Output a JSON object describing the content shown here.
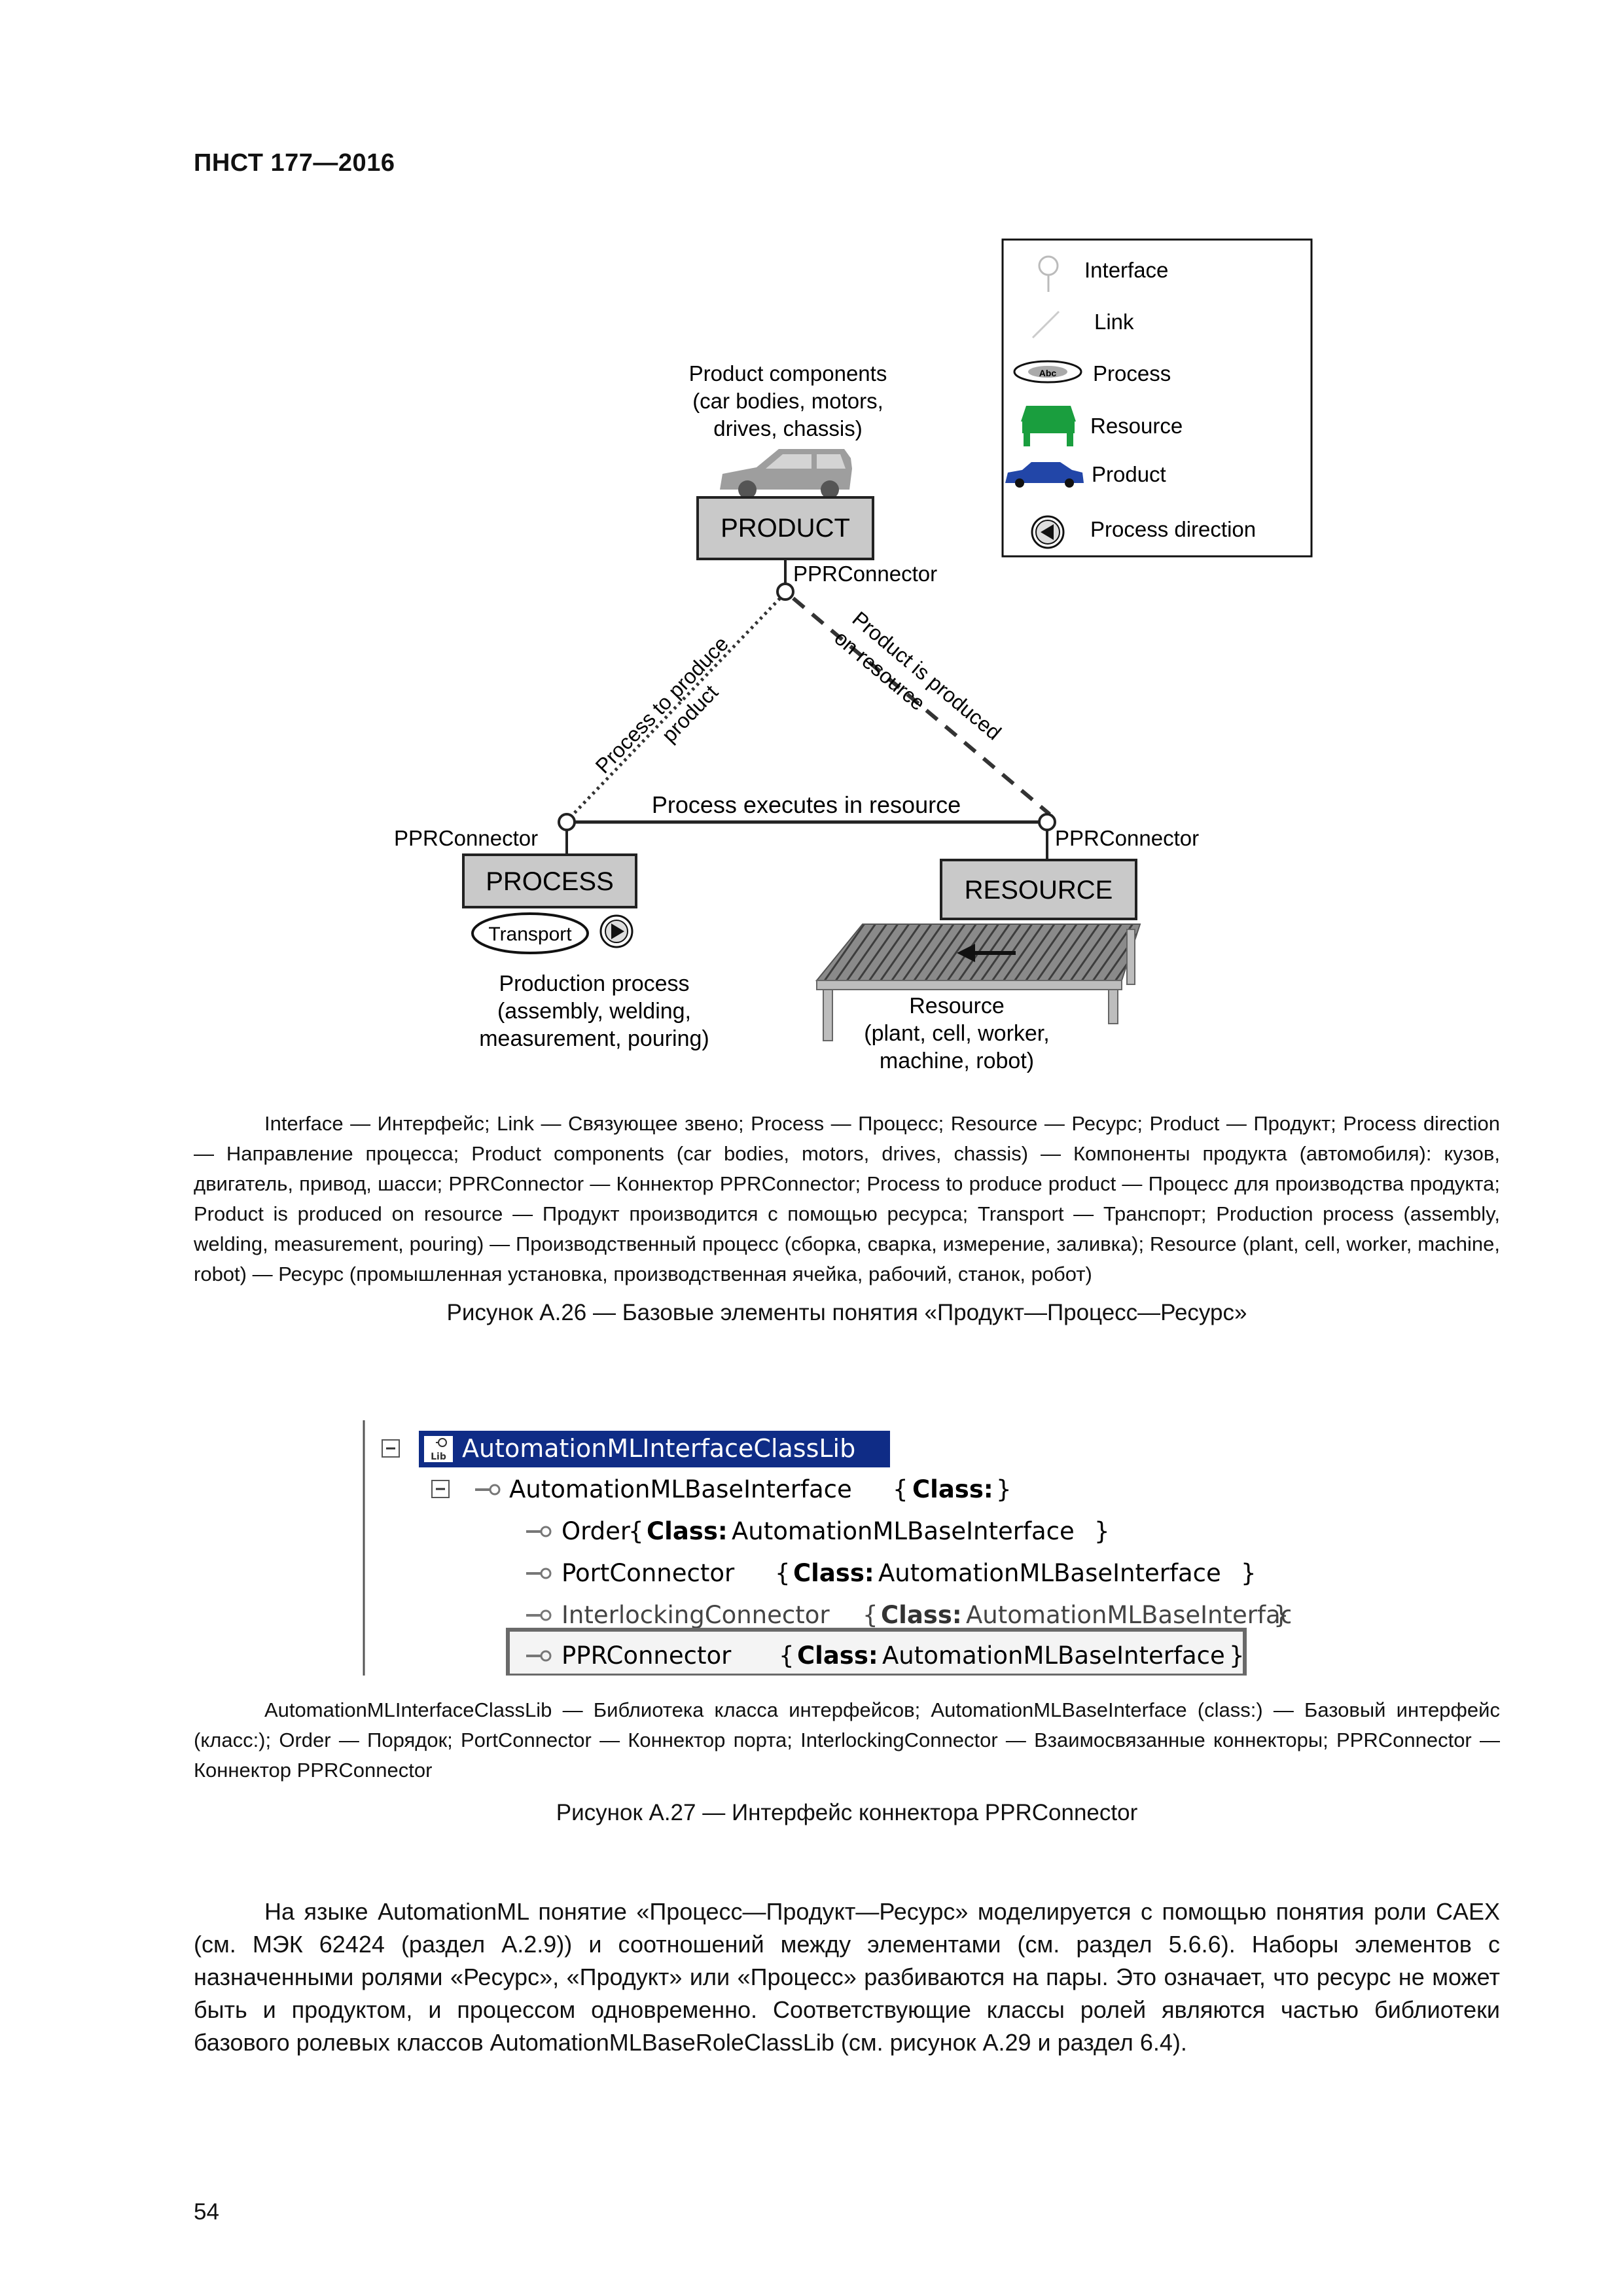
{
  "header": {
    "doc_id": "ПНСТ 177—2016"
  },
  "figure_a26": {
    "legend": {
      "interface": "Interface",
      "link": "Link",
      "process": "Process",
      "process_icon_text": "Abc",
      "resource": "Resource",
      "product": "Product",
      "process_direction": "Process direction"
    },
    "product_components": [
      "Product components",
      "(car bodies, motors,",
      "drives, chassis)"
    ],
    "product_box": "PRODUCT",
    "process_box": "PROCESS",
    "resource_box": "RESOURCE",
    "connector_label": "PPRConnector",
    "edge_process_to_product": [
      "Process to produce",
      "product"
    ],
    "edge_product_on_resource": [
      "Product is produced",
      "on resource"
    ],
    "edge_process_in_resource": "Process executes in resource",
    "transport": "Transport",
    "production_process": [
      "Production process",
      "(assembly, welding,",
      "measurement, pouring)"
    ],
    "resource_desc": [
      "Resource",
      "(plant, cell, worker,",
      "machine, robot)"
    ],
    "note": "Interface — Интерфейс; Link — Связующее звено; Process — Процесс; Resource — Ресурс; Product — Продукт; Process direction — Направление процесса; Product components (car bodies, motors, drives, chassis) — Компоненты продукта (автомобиля): кузов, двигатель, привод, шасси; PPRConnector — Коннектор PPRConnector; Process to produce product — Процесс для производства продукта; Product is produced on resource — Продукт производится с помощью ресурса; Transport — Транспорт; Production process (assembly, welding, measurement, pouring) — Производственный процесс (сборка, сварка, измерение, заливка); Resource (plant, cell, worker, machine, robot) — Ресурс (промышленная установка, производственная ячейка, рабочий, станок, робот)",
    "caption": "Рисунок А.26 — Базовые элементы понятия «Продукт—Процесс—Ресурс»"
  },
  "figure_a27": {
    "lib_icon_text": "Lib",
    "root": "AutomationMLInterfaceClassLib",
    "base": {
      "name": "AutomationMLBaseInterface",
      "open": "{",
      "class_kw": "Class:",
      "close": "}"
    },
    "children": [
      {
        "name": "Order",
        "parent": "AutomationMLBaseInterface"
      },
      {
        "name": "PortConnector",
        "parent": "AutomationMLBaseInterface"
      },
      {
        "name": "InterlockingConnector",
        "parent": "AutomationMLBaseInterface"
      },
      {
        "name": "PPRConnector",
        "parent": "AutomationMLBaseInterface"
      }
    ],
    "class_kw": "Class:",
    "note": "AutomationMLInterfaceClassLib — Библиотека класса интерфейсов; AutomationMLBaseInterface (class:) — Базовый интерфейс (класс:); Order — Порядок; PortConnector — Коннектор порта; InterlockingConnector — Взаимосвязанные коннекторы; PPRConnector — Коннектор PPRConnector",
    "caption": "Рисунок А.27 — Интерфейс коннектора PPRConnector"
  },
  "body_paragraph": "На языке AutomationML понятие «Процесс—Продукт—Ресурс» моделируется с помощью понятия роли CAEX (см. МЭК 62424 (раздел А.2.9)) и соотношений между элементами (см. раздел 5.6.6). Наборы элементов с назначенными ролями «Ресурс», «Продукт» или «Процесс» разбиваются на пары. Это означает, что ресурс не может быть и продуктом, и процессом одновременно. Соответствующие классы ролей являются частью библиотеки базового ролевых классов AutomationMLBaseRoleClassLib (см. рисунок А.29 и раздел 6.4).",
  "page_number": "54"
}
